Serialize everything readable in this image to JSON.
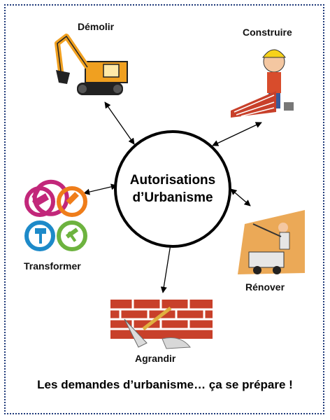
{
  "center": {
    "line1": "Autorisations",
    "line2": "d’Urbanisme"
  },
  "nodes": {
    "demolir": "Démolir",
    "construire": "Construire",
    "transformer": "Transformer",
    "renover": "Rénover",
    "agrandir": "Agrandir"
  },
  "footer": "Les demandes d’urbanisme… ça se prépare !",
  "colors": {
    "frame": "#1f3a7a",
    "brick": "#c8402a",
    "excavator": "#f0a020",
    "icon_pink": "#c2277a",
    "icon_orange": "#ef7d1a",
    "icon_blue": "#1d8ac9",
    "icon_green": "#6db33f"
  }
}
